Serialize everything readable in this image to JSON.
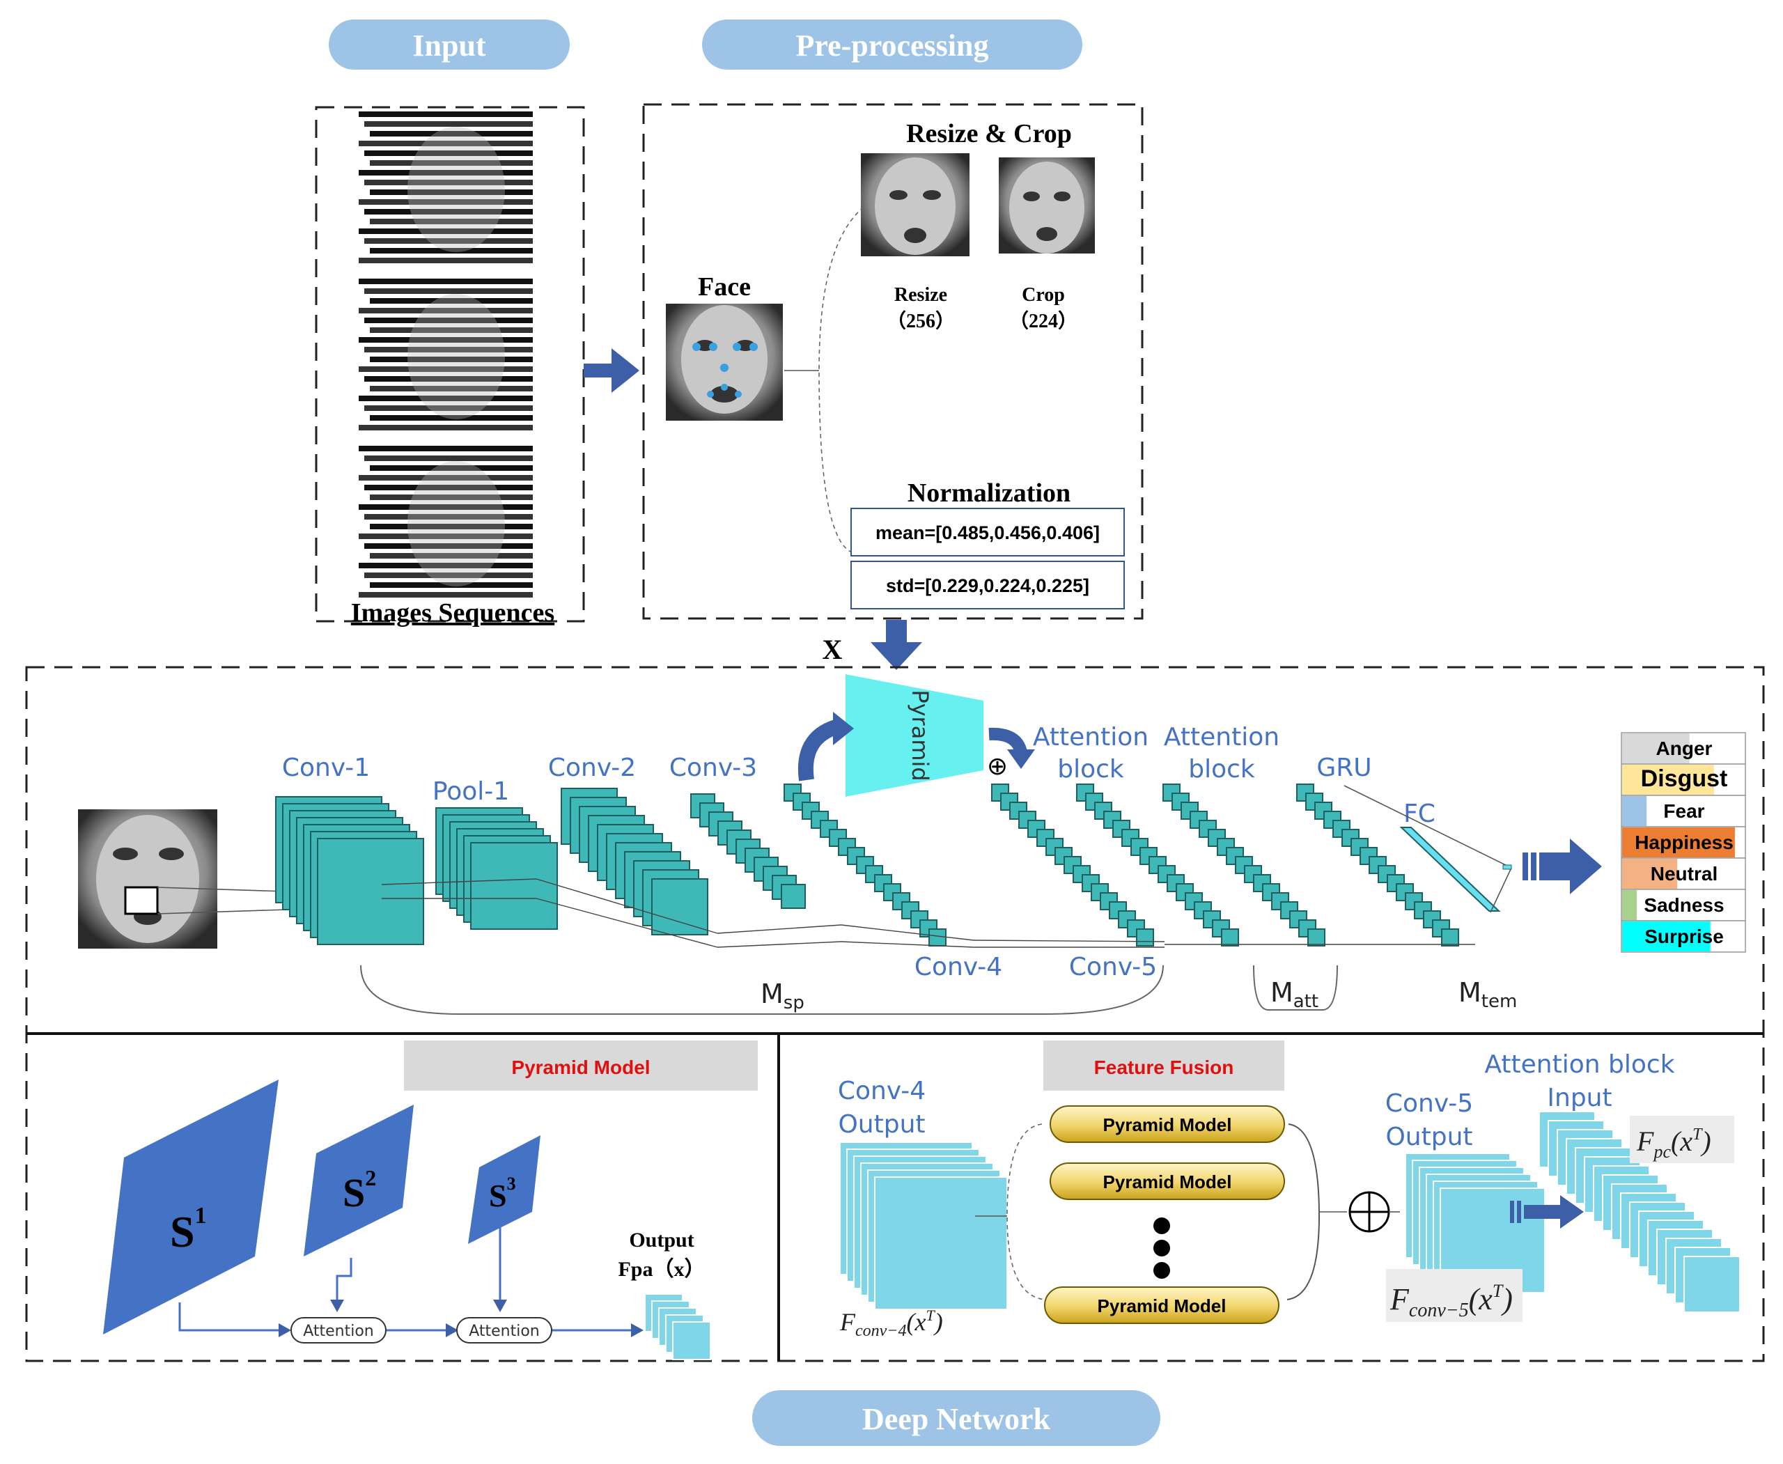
{
  "headers": {
    "input": "Input",
    "preprocessing": "Pre-processing",
    "deep_network": "Deep Network"
  },
  "input_panel": {
    "caption": "Images Sequences"
  },
  "preprocess_panel": {
    "face_label": "Face",
    "resize_crop_title": "Resize & Crop",
    "resize_label": "Resize",
    "resize_value": "（256）",
    "crop_label": "Crop",
    "crop_value": "（224）",
    "normalization_title": "Normalization",
    "mean_text": "mean=[0.485,0.456,0.406]",
    "std_text": "std=[0.229,0.224,0.225]"
  },
  "x_label": "X",
  "network": {
    "conv1": "Conv-1",
    "pool1": "Pool-1",
    "conv2": "Conv-2",
    "conv3": "Conv-3",
    "pyramid": "Pyramid",
    "attention_block_1a": "Attention",
    "attention_block_1b": "block",
    "attention_block_2a": "Attention",
    "attention_block_2b": "block",
    "gru": "GRU",
    "fc": "FC",
    "conv4": "Conv-4",
    "conv5": "Conv-5",
    "m_sp": "M",
    "m_sp_sub": "sp",
    "m_att": "M",
    "m_att_sub": "att",
    "m_tem": "M",
    "m_tem_sub": "tem",
    "oplus": "⊕"
  },
  "emotions": [
    {
      "label": "Anger",
      "color": "#d9d9d9"
    },
    {
      "label": "Disgust",
      "color": "#ffe699"
    },
    {
      "label": "Fear",
      "color": "#9dc3e6"
    },
    {
      "label": "Happiness",
      "color": "#ed7d31"
    },
    {
      "label": "Neutral",
      "color": "#f4b183"
    },
    {
      "label": "Sadness",
      "color": "#a9d18e"
    },
    {
      "label": "Surprise",
      "color": "#00ffff"
    }
  ],
  "pyramid_model": {
    "title": "Pyramid Model",
    "s1": "S",
    "s1_sup": "1",
    "s2": "S",
    "s2_sup": "2",
    "s3": "S",
    "s3_sup": "3",
    "attention_1": "Attention",
    "attention_2": "Attention",
    "output_line1": "Output",
    "output_line2": "Fpa（x）"
  },
  "feature_fusion": {
    "title": "Feature Fusion",
    "conv4_output_1": "Conv-4",
    "conv4_output_2": "Output",
    "pyramid_model_1": "Pyramid Model",
    "pyramid_model_2": "Pyramid  Model",
    "pyramid_model_3": "Pyramid  Model",
    "conv5_output_1": "Conv-5",
    "conv5_output_2": "Output",
    "attention_block_input_1": "Attention block",
    "attention_block_input_2": "Input",
    "f_conv4": "F",
    "f_conv4_sub": "conv−4",
    "f_conv4_arg": "(x",
    "f_conv5": "F",
    "f_conv5_sub": "conv−5",
    "f_pc": "F",
    "f_pc_sub": "pc",
    "sup_t": "T",
    "close_paren": ")"
  }
}
